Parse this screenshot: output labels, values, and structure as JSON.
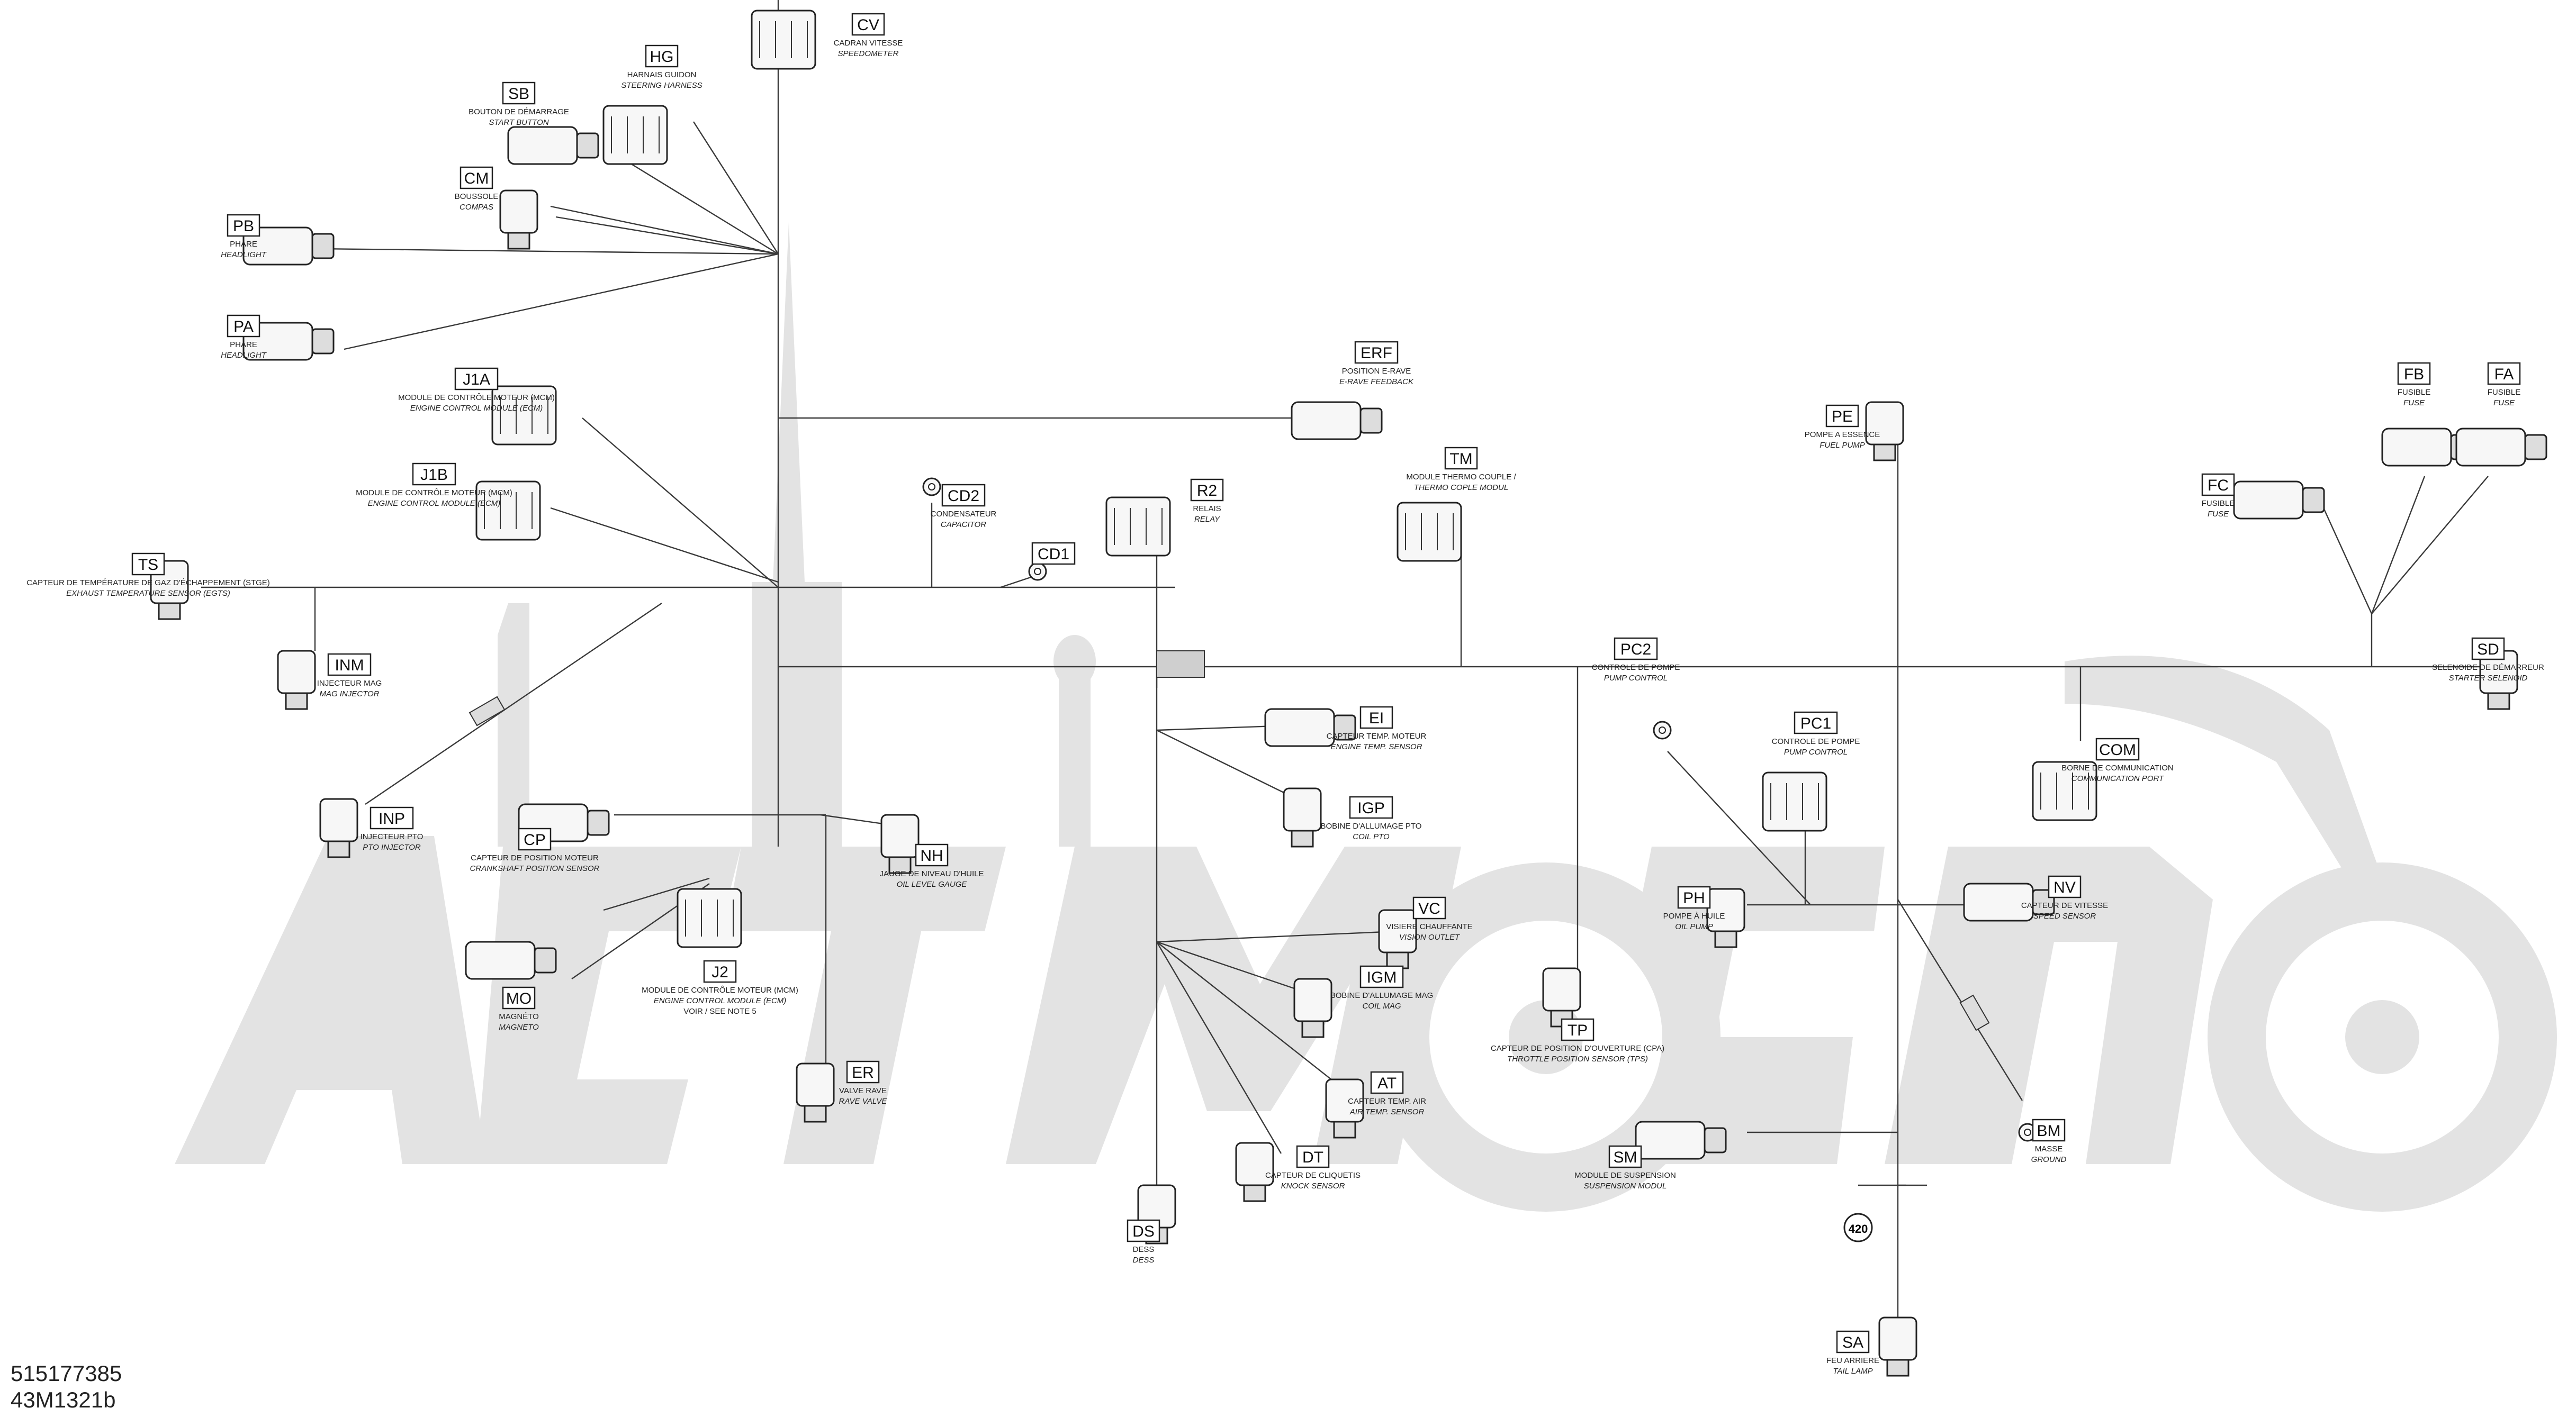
{
  "watermark": {
    "text": "ActiMoto",
    "color": "#e3e3e3"
  },
  "footer": {
    "part_number": "515177385",
    "diagram_id": "43M1321b"
  },
  "connectors": {
    "CV": {
      "code": "CV",
      "fr": "CADRAN VITESSE",
      "en": "SPEEDOMETER"
    },
    "HG": {
      "code": "HG",
      "fr": "HARNAIS GUIDON",
      "en": "STEERING HARNESS"
    },
    "SB": {
      "code": "SB",
      "fr": "BOUTON DE DÉMARRAGE",
      "en": "START BUTTON"
    },
    "CM": {
      "code": "CM",
      "fr": "BOUSSOLE",
      "en": "COMPAS"
    },
    "PB": {
      "code": "PB",
      "fr": "PHARE",
      "en": "HEADLIGHT"
    },
    "PA": {
      "code": "PA",
      "fr": "PHARE",
      "en": "HEADLIGHT"
    },
    "ERF": {
      "code": "ERF",
      "fr": "POSITION E-RAVE",
      "en": "E-RAVE FEEDBACK"
    },
    "J1A": {
      "code": "J1A",
      "fr": "MODULE DE CONTRÔLE MOTEUR (MCM)",
      "en": "ENGINE CONTROL MODULE (ECM)"
    },
    "J1B": {
      "code": "J1B",
      "fr": "MODULE DE CONTRÔLE MOTEUR (MCM)",
      "en": "ENGINE CONTROL MODULE (ECM)"
    },
    "TS": {
      "code": "TS",
      "fr": "CAPTEUR DE TEMPÉRATURE DE GAZ D'ÉCHAPPEMENT (STGE)",
      "en": "EXHAUST TEMPERATURE SENSOR (EGTS)"
    },
    "CD2": {
      "code": "CD2",
      "fr": "CONDENSATEUR",
      "en": "CAPACITOR"
    },
    "CD1": {
      "code": "CD1"
    },
    "R2": {
      "code": "R2",
      "fr": "RELAIS",
      "en": "RELAY"
    },
    "TM": {
      "code": "TM",
      "fr": "MODULE THERMO COUPLE /",
      "en": "THERMO COPLE MODUL"
    },
    "PE": {
      "code": "PE",
      "fr": "POMPE A ESSENCE",
      "en": "FUEL PUMP"
    },
    "FB": {
      "code": "FB",
      "fr": "FUSIBLE",
      "en": "FUSE"
    },
    "FA": {
      "code": "FA",
      "fr": "FUSIBLE",
      "en": "FUSE"
    },
    "FC": {
      "code": "FC",
      "fr": "FUSIBLE",
      "en": "FUSE"
    },
    "SD": {
      "code": "SD",
      "fr": "SELENOIDE DE DÉMARREUR",
      "en": "STARTER SELENOID"
    },
    "INM": {
      "code": "INM",
      "fr": "INJECTEUR MAG",
      "en": "MAG INJECTOR"
    },
    "INP": {
      "code": "INP",
      "fr": "INJECTEUR PTO",
      "en": "PTO INJECTOR"
    },
    "CP": {
      "code": "CP",
      "fr": "CAPTEUR DE POSITION MOTEUR",
      "en": "CRANKSHAFT POSITION SENSOR"
    },
    "NH": {
      "code": "NH",
      "fr": "JAUGE DE NIVEAU D'HUILE",
      "en": "OIL LEVEL GAUGE"
    },
    "EI": {
      "code": "EI",
      "fr": "CAPTEUR TEMP. MOTEUR",
      "en": "ENGINE TEMP. SENSOR"
    },
    "IGP": {
      "code": "IGP",
      "fr": "BOBINE D'ALLUMAGE PTO",
      "en": "COIL PTO"
    },
    "PC2": {
      "code": "PC2",
      "fr": "CONTROLE DE POMPE",
      "en": "PUMP CONTROL"
    },
    "PC1": {
      "code": "PC1",
      "fr": "CONTROLE DE POMPE",
      "en": "PUMP CONTROL"
    },
    "COM": {
      "code": "COM",
      "fr": "BORNE DE COMMUNICATION",
      "en": "COMMUNICATION PORT"
    },
    "VC": {
      "code": "VC",
      "fr": "VISIERE CHAUFFANTE",
      "en": "VISION OUTLET"
    },
    "PH": {
      "code": "PH",
      "fr": "POMPE À HUILE",
      "en": "OIL PUMP"
    },
    "NV": {
      "code": "NV",
      "fr": "CAPTEUR DE VITESSE",
      "en": "SPEED SENSOR"
    },
    "MO": {
      "code": "MO",
      "fr": "MAGNÉTO",
      "en": "MAGNETO"
    },
    "J2": {
      "code": "J2",
      "fr": "MODULE DE CONTRÔLE MOTEUR (MCM)",
      "en": "ENGINE CONTROL MODULE (ECM)",
      "note": "VOIR / SEE NOTE 5"
    },
    "IGM": {
      "code": "IGM",
      "fr": "BOBINE D'ALLUMAGE MAG",
      "en": "COIL MAG"
    },
    "TP": {
      "code": "TP",
      "fr": "CAPTEUR DE POSITION D'OUVERTURE (CPA)",
      "en": "THROTTLE POSITION SENSOR (TPS)"
    },
    "ER": {
      "code": "ER",
      "fr": "VALVE RAVE",
      "en": "RAVE VALVE"
    },
    "AT": {
      "code": "AT",
      "fr": "CAPTEUR TEMP. AIR",
      "en": "AIR TEMP. SENSOR"
    },
    "BM": {
      "code": "BM",
      "fr": "MASSE",
      "en": "GROUND"
    },
    "SM": {
      "code": "SM",
      "fr": "MODULE DE SUSPENSION",
      "en": "SUSPENSION MODUL"
    },
    "DT": {
      "code": "DT",
      "fr": "CAPTEUR DE CLIQUETIS",
      "en": "KNOCK SENSOR"
    },
    "DS": {
      "code": "DS",
      "fr": "DESS",
      "en": "DESS"
    },
    "SA": {
      "code": "SA",
      "fr": "FEU ARRIERE",
      "en": "TAIL LAMP"
    }
  },
  "ref_circle": "420"
}
